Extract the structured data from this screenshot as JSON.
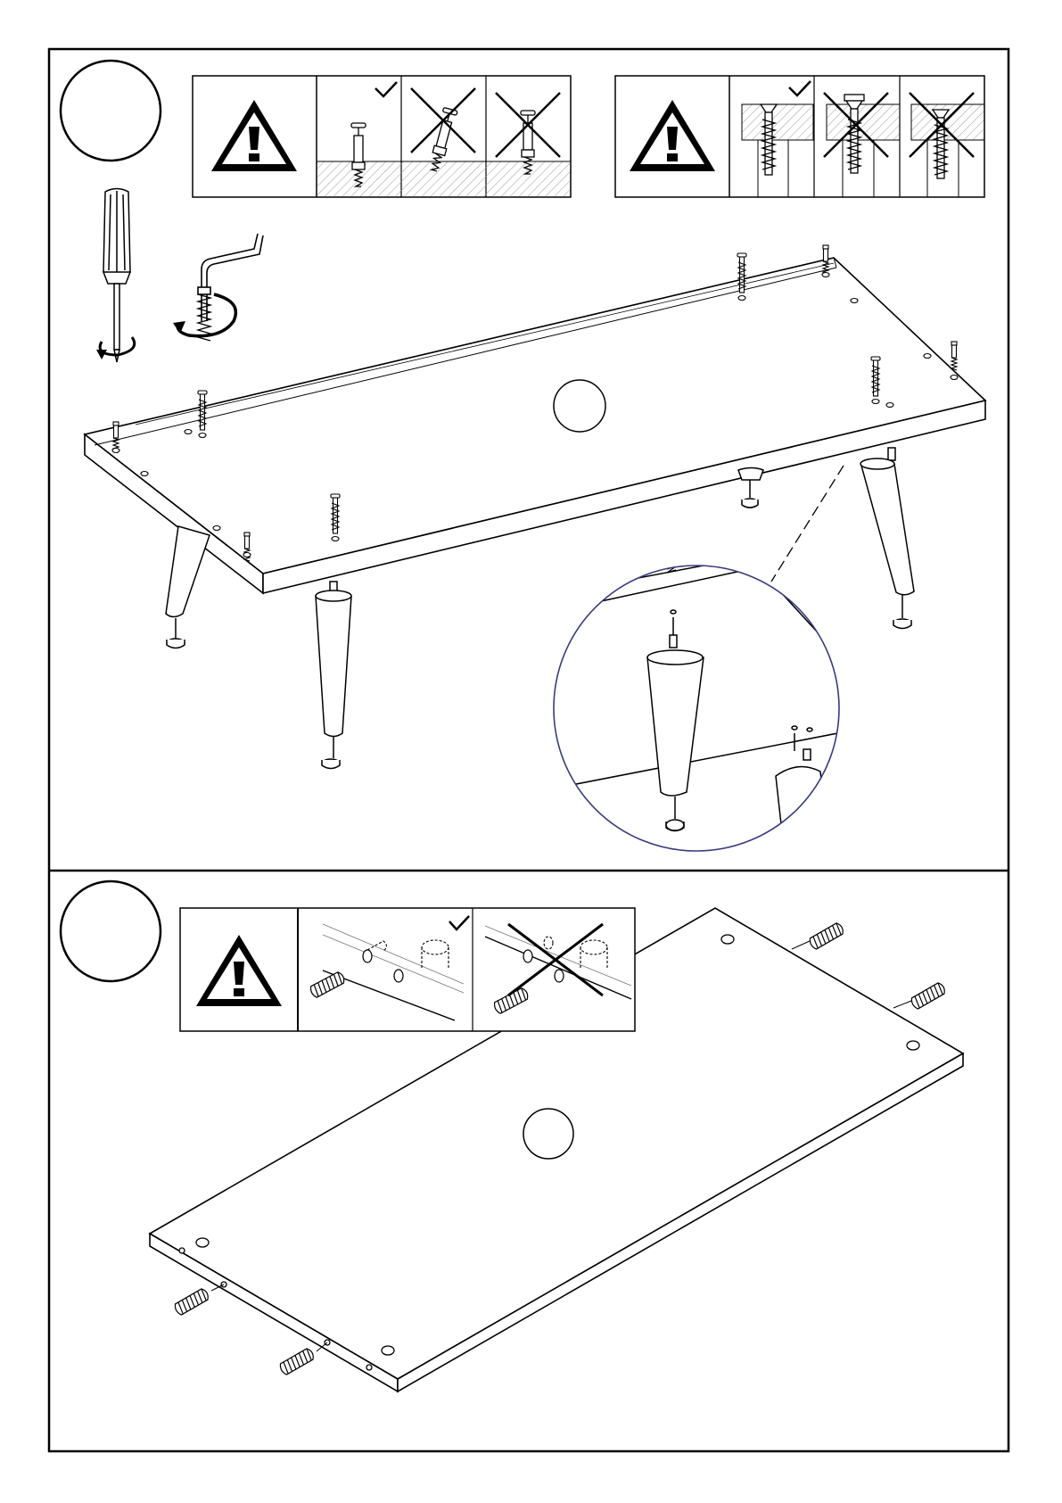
{
  "page": {
    "background": "#ffffff",
    "line_color": "#000000",
    "hatch_color": "#9a9a9a",
    "magnifier_color": "#3a3a80"
  },
  "steps": [
    {
      "id": "step-1",
      "step_number": "",
      "part_label": "",
      "warning_panels": [
        {
          "icon": "warning-triangle-icon",
          "options": [
            {
              "icon": "cam-bolt-correct-icon",
              "status": "correct"
            },
            {
              "icon": "cam-bolt-tilted-wrong-icon",
              "status": "wrong"
            },
            {
              "icon": "cam-bolt-loose-wrong-icon",
              "status": "wrong"
            }
          ]
        },
        {
          "icon": "warning-triangle-icon",
          "options": [
            {
              "icon": "screw-flush-correct-icon",
              "status": "correct"
            },
            {
              "icon": "screw-protruding-wrong-icon",
              "status": "wrong"
            },
            {
              "icon": "screw-overdriven-wrong-icon",
              "status": "wrong"
            }
          ]
        }
      ],
      "tools": [
        "screwdriver-icon",
        "hand-crank-icon"
      ],
      "detail_view": "magnified-leg-mount"
    },
    {
      "id": "step-2",
      "step_number": "",
      "part_label": "",
      "warning_panels": [
        {
          "icon": "warning-triangle-icon",
          "options": [
            {
              "icon": "dowel-insert-correct-icon",
              "status": "correct"
            },
            {
              "icon": "dowel-insert-wrong-icon",
              "status": "wrong"
            }
          ]
        }
      ],
      "fasteners": "wooden-dowels"
    }
  ]
}
